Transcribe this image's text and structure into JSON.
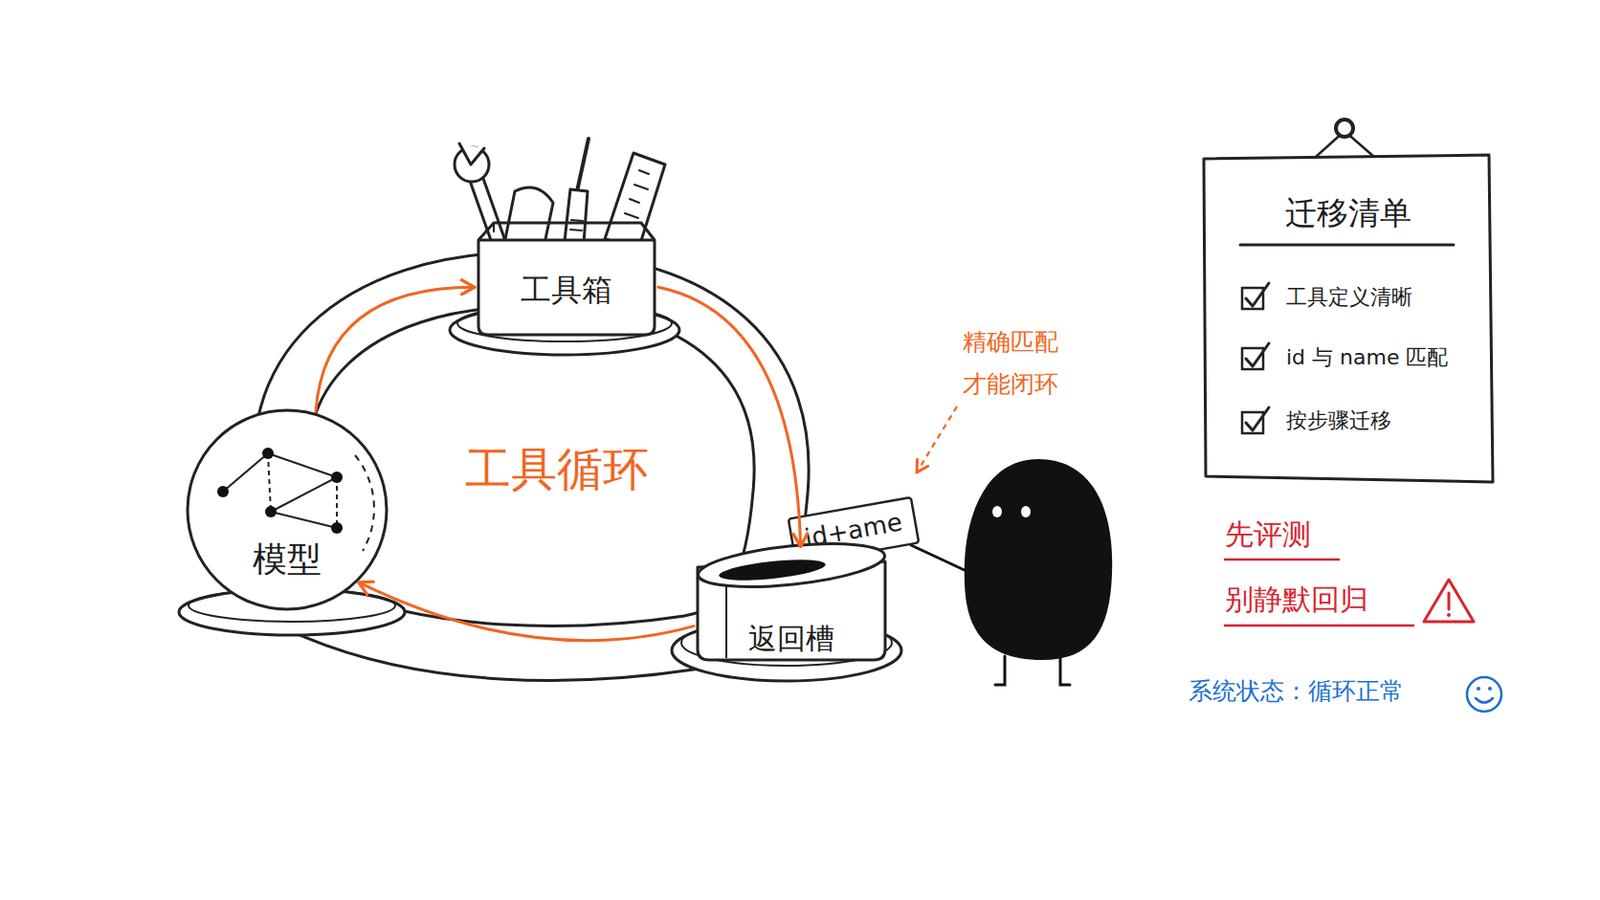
{
  "diagram": {
    "nodes": [
      {
        "text": [
          "工具箱"
        ]
      },
      {
        "text": [
          "迁移清单",
          "工具定义清晰",
          "id 与 name 匹配",
          "按步骤迁移"
        ]
      },
      {
        "text": [
          "模型"
        ]
      },
      {
        "text": [
          "id+ame"
        ]
      },
      {
        "text": [
          "返回槽"
        ]
      }
    ],
    "edges": [
      {
        "from": 2,
        "to": 0,
        "arrow": "to"
      },
      {
        "from": 0,
        "to": 4,
        "arrow": "to"
      },
      {
        "from": 4,
        "to": 2,
        "arrow": "to"
      }
    ],
    "labels": [
      "工具循环",
      "精确匹配 才能闭环",
      "先评测",
      "别静默回归",
      "系统状态：循环正常"
    ]
  }
}
